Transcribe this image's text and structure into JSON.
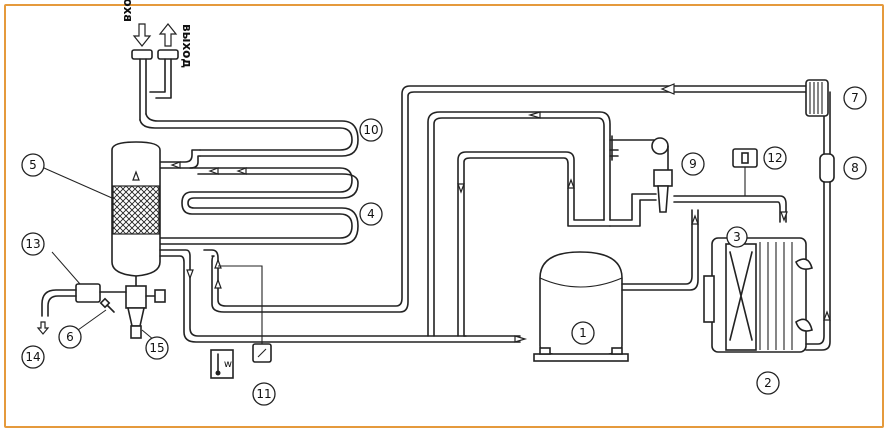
{
  "labels": {
    "inlet": "вход",
    "outlet": "выход",
    "meter_symbol": "w"
  },
  "callouts": [
    {
      "id": "1",
      "text": "1"
    },
    {
      "id": "2",
      "text": "2"
    },
    {
      "id": "3",
      "text": "3"
    },
    {
      "id": "4",
      "text": "4"
    },
    {
      "id": "5",
      "text": "5"
    },
    {
      "id": "6",
      "text": "6"
    },
    {
      "id": "7",
      "text": "7"
    },
    {
      "id": "8",
      "text": "8"
    },
    {
      "id": "9",
      "text": "9"
    },
    {
      "id": "10",
      "text": "10"
    },
    {
      "id": "11",
      "text": "11"
    },
    {
      "id": "12",
      "text": "12"
    },
    {
      "id": "13",
      "text": "13"
    },
    {
      "id": "14",
      "text": "14"
    },
    {
      "id": "15",
      "text": "15"
    }
  ],
  "colors": {
    "frame_border": "#e59a3c",
    "line": "#222222",
    "background": "#ffffff"
  }
}
